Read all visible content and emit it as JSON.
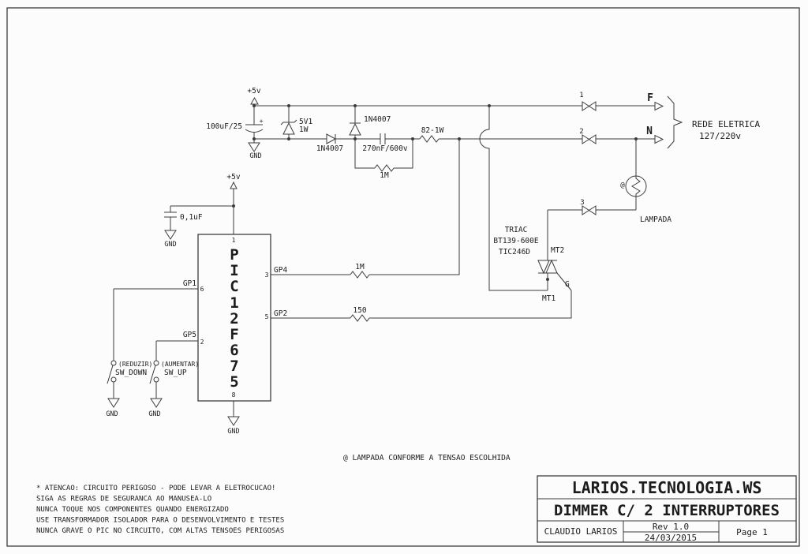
{
  "colors": {
    "ink": "#3c3c3c",
    "text": "#1c1c1c",
    "bg": "#fcfcfc"
  },
  "shared": {
    "gnd": "GND",
    "vcc": "+5v",
    "diode": "1N4007",
    "meg": "1M",
    "plus": "+"
  },
  "supply": {
    "cap_main": "100uF/25",
    "zener": "5V1",
    "zener_w": "1W",
    "cap_dropper": "270nF/600v",
    "res_limit": "82-1W"
  },
  "mcu": {
    "letters": [
      "P",
      "I",
      "C",
      "1",
      "2",
      "F",
      "6",
      "7",
      "5"
    ],
    "cap_decouple": "0,1uF",
    "pins": {
      "p1": "1",
      "p2": "2",
      "p3": "3",
      "p5": "5",
      "p6": "6",
      "p8": "8"
    },
    "ports": {
      "gp1": "GP1",
      "gp2": "GP2",
      "gp4": "GP4",
      "gp5": "GP5"
    }
  },
  "switches": {
    "down_hint": "(REDUZIR)",
    "down": "SW_DOWN",
    "up_hint": "(AUMENTAR)",
    "up": "SW_UP"
  },
  "drive": {
    "res_sync": "1M",
    "res_gate": "150"
  },
  "triac": {
    "name": "TRIAC",
    "part1": "BT139-600E",
    "part2": "TIC246D",
    "mt2": "MT2",
    "mt1": "MT1",
    "gate": "G"
  },
  "mains": {
    "t1": "1",
    "t2": "2",
    "t3": "3",
    "f": "F",
    "n": "N",
    "net1": "REDE ELETRICA",
    "net2": "127/220v",
    "lamp": "LAMPADA",
    "lamp_mark": "@"
  },
  "notes": {
    "lamp_note": "@ LAMPADA CONFORME A TENSAO ESCOLHIDA",
    "warning": [
      "* ATENCAO: CIRCUITO PERIGOSO - PODE LEVAR A ELETROCUCAO!",
      "SIGA AS REGRAS DE SEGURANCA AO MANUSEA-LO",
      "NUNCA TOQUE NOS COMPONENTES QUANDO ENERGIZADO",
      "USE TRANSFORMADOR ISOLADOR PARA O DESENVOLVIMENTO E TESTES",
      "NUNCA GRAVE O PIC NO CIRCUITO, COM ALTAS TENSOES PERIGOSAS"
    ]
  },
  "titleblock": {
    "site": "LARIOS.TECNOLOGIA.WS",
    "title": "DIMMER C/ 2 INTERRUPTORES",
    "author": "CLAUDIO LARIOS",
    "rev": "Rev 1.0",
    "date": "24/03/2015",
    "page": "Page 1"
  }
}
